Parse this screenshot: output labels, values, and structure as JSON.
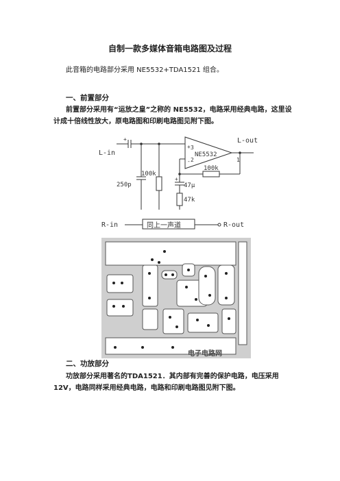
{
  "title": "自制一款多媒体音箱电路图及过程",
  "intro": "此音箱的电路部分采用 NE5532+TDA1521 组合。",
  "section1": {
    "heading": "一、前置部分",
    "body": "前置部分采用有“运放之皇”之称的 NE5532，电路采用经典电路，这里设计成十倍线性放大，原电路图和印刷电路图见附下图。"
  },
  "circuit": {
    "l_in": "L-in",
    "l_out": "L-out",
    "chip": "NE5532",
    "pin_plus": "+",
    "pin_minus": "-",
    "pin3": "3",
    "pin2": "2",
    "pin1": "1",
    "r_feedback": "100k",
    "r_input": "100k",
    "c_input": "250p",
    "c_bypass": "47μ",
    "r_ground": "47k",
    "cap_plus": "+",
    "cap_plus2": "+",
    "r_in": "R-in",
    "same_channel": "同上一声道",
    "r_out": "R-out"
  },
  "pcb": {
    "watermark": "电子电路网"
  },
  "section2": {
    "heading": "二、功放部分",
    "body": "功放部分采用著名的TDA1521．其内部有完善的保护电路，电压采用 12V，电路同样采用经典电路，电路和印刷电路图见附下图。"
  }
}
